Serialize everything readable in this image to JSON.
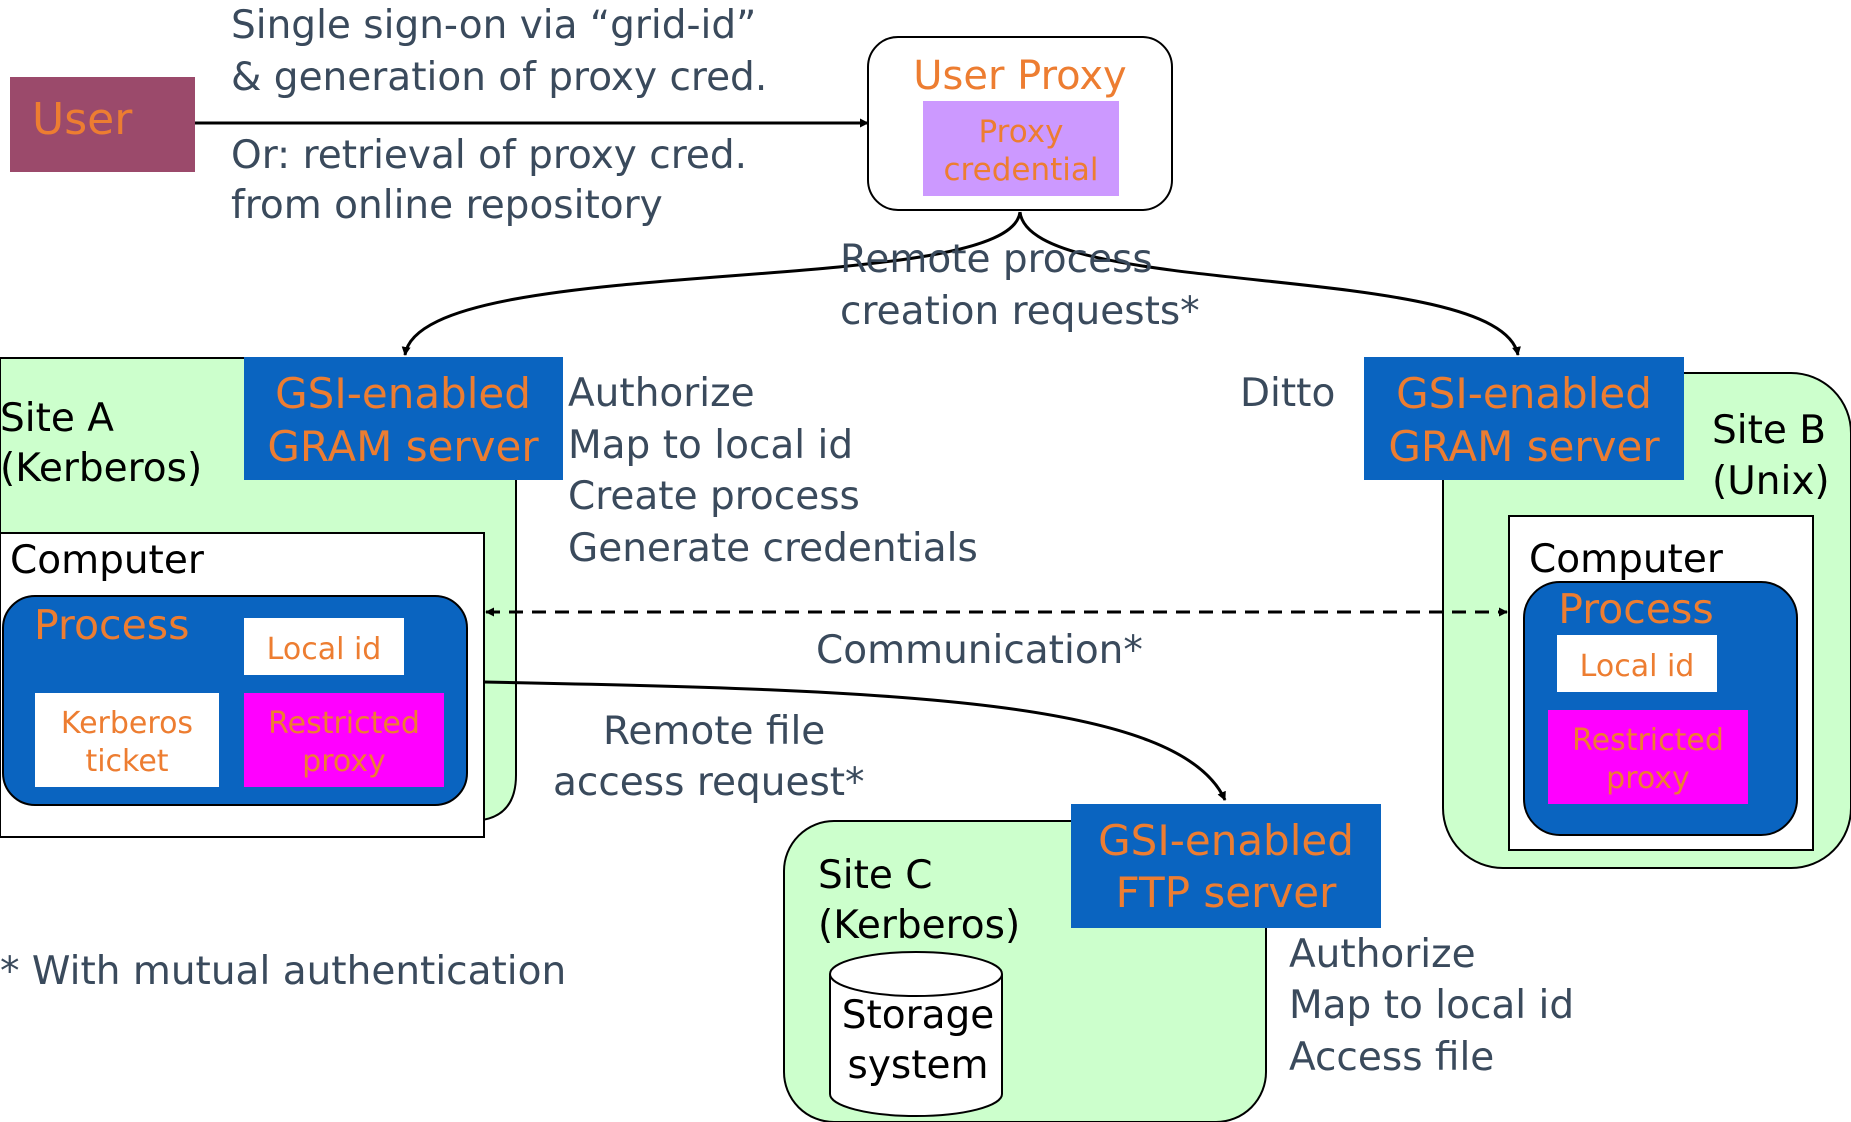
{
  "user": {
    "label": "User"
  },
  "signon": {
    "line1": "Single sign-on via “grid-id”",
    "line2": "& generation of proxy cred.",
    "line3": "Or: retrieval of proxy cred.",
    "line4": "from online repository"
  },
  "user_proxy": {
    "title": "User Proxy",
    "credential_line1": "Proxy",
    "credential_line2": "credential"
  },
  "remote_process": {
    "line1": "Remote process",
    "line2": "creation requests*"
  },
  "site_a": {
    "name_line1": "Site A",
    "name_line2": "(Kerberos)",
    "gram_line1": "GSI-enabled",
    "gram_line2": "GRAM server",
    "computer_label": "Computer",
    "process_label": "Process",
    "local_id": "Local id",
    "kerberos_line1": "Kerberos",
    "kerberos_line2": "ticket",
    "restricted_line1": "Restricted",
    "restricted_line2": "proxy"
  },
  "gram_actions": {
    "line1": "Authorize",
    "line2": "Map to local id",
    "line3": "Create process",
    "line4": "Generate credentials"
  },
  "ditto": "Ditto",
  "site_b": {
    "name_line1": "Site B",
    "name_line2": "(Unix)",
    "gram_line1": "GSI-enabled",
    "gram_line2": "GRAM server",
    "computer_label": "Computer",
    "process_label": "Process",
    "local_id": "Local id",
    "restricted_line1": "Restricted",
    "restricted_line2": "proxy"
  },
  "communication": "Communication*",
  "remote_file": {
    "line1": "Remote file",
    "line2": "access request*"
  },
  "site_c": {
    "name_line1": "Site C",
    "name_line2": "(Kerberos)",
    "ftp_line1": "GSI-enabled",
    "ftp_line2": "FTP server",
    "storage_line1": "Storage",
    "storage_line2": "system"
  },
  "ftp_actions": {
    "line1": "Authorize",
    "line2": "Map to local id",
    "line3": "Access file"
  },
  "footnote": "* With mutual authentication",
  "colors": {
    "orange": "#ED7D31",
    "text_gray": "#3A4A5C",
    "site_green": "#CCFFCC",
    "server_blue": "#0A64C0",
    "user_box": "#9B4A6B",
    "proxy_purple": "#CC99FF",
    "restricted_magenta": "#FF00FF"
  }
}
